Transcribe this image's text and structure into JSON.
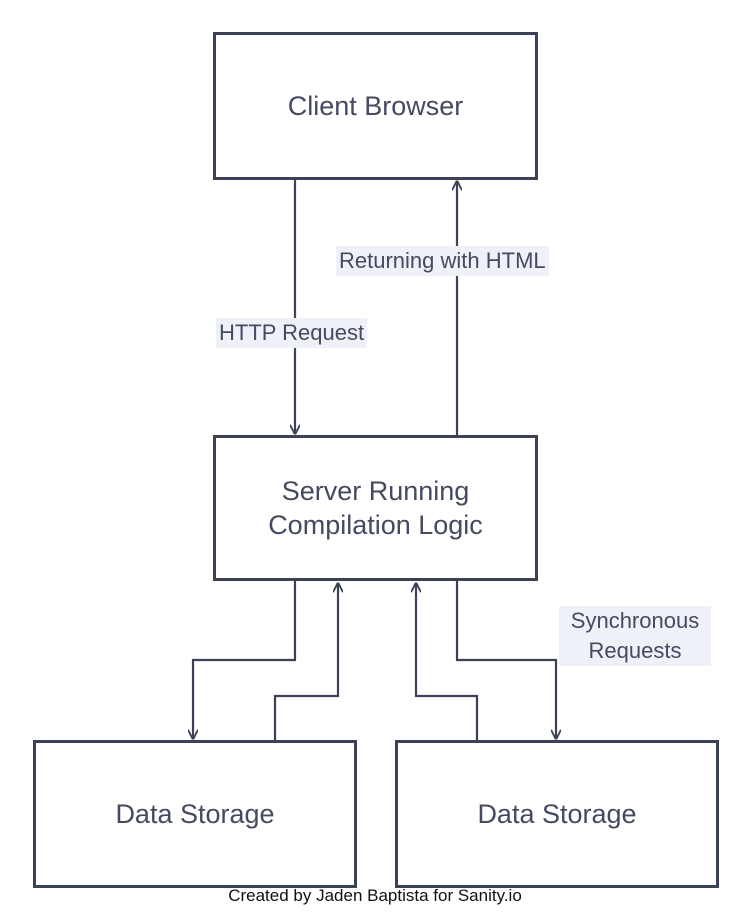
{
  "diagram": {
    "nodes": {
      "client": "Client Browser",
      "server": "Server Running\nCompilation Logic",
      "storage_left": "Data Storage",
      "storage_right": "Data Storage"
    },
    "edges": {
      "request": "HTTP Request",
      "response": "Returning with HTML",
      "sync": "Synchronous\nRequests"
    },
    "caption": "Created by Jaden Baptista for Sanity.io"
  },
  "colors": {
    "stroke": "#3d4156",
    "label_bg": "#eef1f7",
    "text": "#454a60"
  }
}
